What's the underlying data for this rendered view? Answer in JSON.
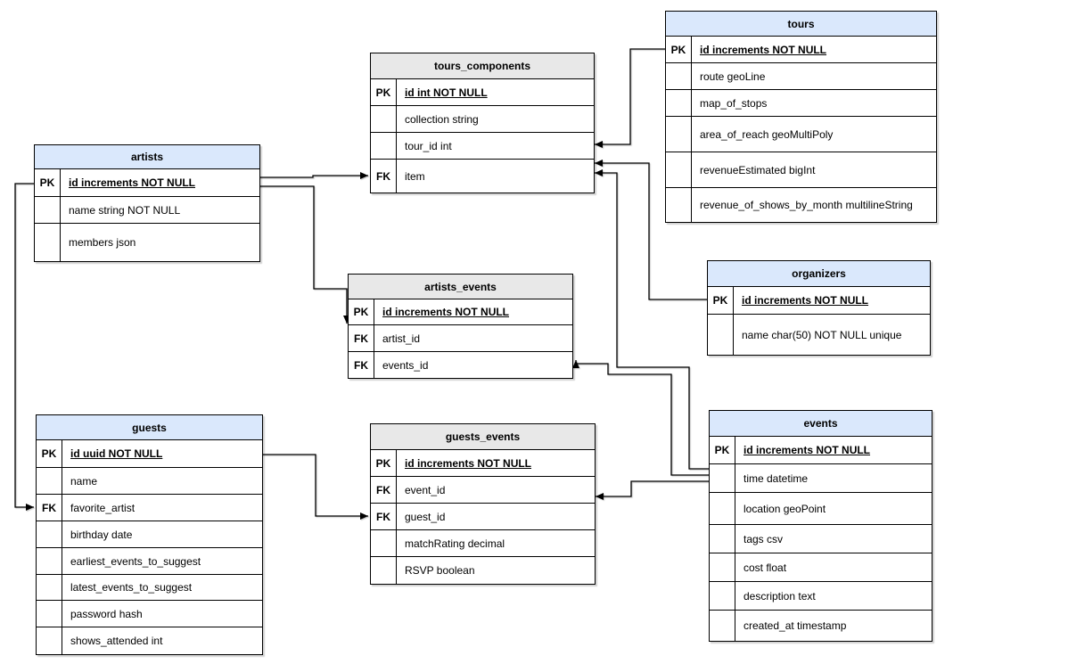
{
  "diagram": {
    "colors": {
      "blue": "#dae8fc",
      "gray": "#e8e8e8",
      "border": "#000000",
      "background": "#ffffff"
    },
    "tables": [
      {
        "id": "tours",
        "title": "tours",
        "header": "blue",
        "rows": [
          {
            "key": "PK",
            "text": "id increments NOT NULL",
            "pk": true
          },
          {
            "key": "",
            "text": "route geoLine"
          },
          {
            "key": "",
            "text": "map_of_stops"
          },
          {
            "key": "",
            "text": "area_of_reach geoMultiPoly"
          },
          {
            "key": "",
            "text": "revenueEstimated bigInt"
          },
          {
            "key": "",
            "text": "revenue_of_shows_by_month multilineString"
          }
        ]
      },
      {
        "id": "tours_components",
        "title": "tours_components",
        "header": "gray",
        "rows": [
          {
            "key": "PK",
            "text": "id int NOT NULL",
            "pk": true
          },
          {
            "key": "",
            "text": "collection string"
          },
          {
            "key": "",
            "text": "tour_id int"
          },
          {
            "key": "FK",
            "text": "item"
          }
        ]
      },
      {
        "id": "artists",
        "title": "artists",
        "header": "blue",
        "rows": [
          {
            "key": "PK",
            "text": "id increments NOT NULL",
            "pk": true
          },
          {
            "key": "",
            "text": "name string NOT NULL"
          },
          {
            "key": "",
            "text": "members json"
          }
        ]
      },
      {
        "id": "artists_events",
        "title": "artists_events",
        "header": "gray",
        "rows": [
          {
            "key": "PK",
            "text": "id increments NOT NULL",
            "pk": true
          },
          {
            "key": "FK",
            "text": "artist_id"
          },
          {
            "key": "FK",
            "text": "events_id"
          }
        ]
      },
      {
        "id": "organizers",
        "title": "organizers",
        "header": "blue",
        "rows": [
          {
            "key": "PK",
            "text": "id increments NOT NULL",
            "pk": true
          },
          {
            "key": "",
            "text": "name char(50) NOT NULL unique"
          }
        ]
      },
      {
        "id": "guests",
        "title": "guests",
        "header": "blue",
        "rows": [
          {
            "key": "PK",
            "text": "id uuid NOT NULL",
            "pk": true
          },
          {
            "key": "",
            "text": "name"
          },
          {
            "key": "FK",
            "text": "favorite_artist"
          },
          {
            "key": "",
            "text": "birthday date"
          },
          {
            "key": "",
            "text": "earliest_events_to_suggest"
          },
          {
            "key": "",
            "text": "latest_events_to_suggest"
          },
          {
            "key": "",
            "text": "password hash"
          },
          {
            "key": "",
            "text": "shows_attended int"
          }
        ]
      },
      {
        "id": "guests_events",
        "title": "guests_events",
        "header": "gray",
        "rows": [
          {
            "key": "PK",
            "text": "id increments NOT NULL",
            "pk": true
          },
          {
            "key": "FK",
            "text": "event_id"
          },
          {
            "key": "FK",
            "text": "guest_id"
          },
          {
            "key": "",
            "text": "matchRating decimal"
          },
          {
            "key": "",
            "text": "RSVP boolean"
          }
        ]
      },
      {
        "id": "events",
        "title": "events",
        "header": "blue",
        "rows": [
          {
            "key": "PK",
            "text": "id increments NOT NULL",
            "pk": true
          },
          {
            "key": "",
            "text": "time datetime"
          },
          {
            "key": "",
            "text": "location geoPoint"
          },
          {
            "key": "",
            "text": "tags csv"
          },
          {
            "key": "",
            "text": "cost float"
          },
          {
            "key": "",
            "text": "description text"
          },
          {
            "key": "",
            "text": "created_at timestamp"
          }
        ]
      }
    ],
    "connectors": [
      {
        "from": "tours.id",
        "to": "tours_components.tour_id"
      },
      {
        "from": "organizers.id",
        "to": "tours_components.item"
      },
      {
        "from": "events.id",
        "to": "tours_components.item"
      },
      {
        "from": "events.id",
        "to": "artists_events.events_id"
      },
      {
        "from": "events.id",
        "to": "guests_events.event_id"
      },
      {
        "from": "artists.id",
        "to": "tours_components.item"
      },
      {
        "from": "artists.id",
        "to": "artists_events.artist_id"
      },
      {
        "from": "artists.id",
        "to": "guests.favorite_artist"
      },
      {
        "from": "guests.id",
        "to": "guests_events.guest_id"
      }
    ]
  }
}
